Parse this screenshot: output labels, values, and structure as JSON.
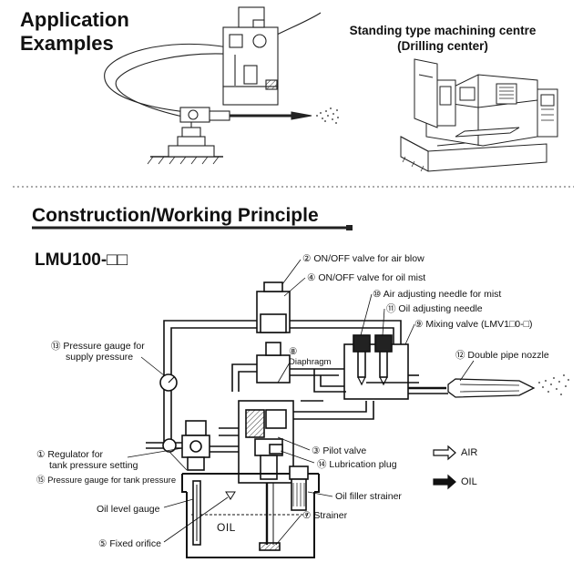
{
  "header": {
    "title_line1": "Application",
    "title_line2": "Examples",
    "subtitle_line1": "Standing type machining centre",
    "subtitle_line2": "(Drilling center)"
  },
  "section": {
    "title": "Construction/Working Principle",
    "model": "LMU100-□□"
  },
  "labels": {
    "on_off_air": "② ON/OFF valve for air blow",
    "on_off_oil": "④ ON/OFF valve for oil mist",
    "air_needle": "⑩ Air adjusting needle for mist",
    "oil_needle": "⑪ Oil adjusting needle",
    "mixing_valve": "⑨ Mixing valve (LMV1□0-□)",
    "double_nozzle": "⑫ Double pipe nozzle",
    "pressure_gauge_supply_1": "⑬ Pressure gauge for",
    "pressure_gauge_supply_2": "supply pressure",
    "diaphragm_num": "⑧",
    "diaphragm": "Diaphragm",
    "pilot_valve": "③ Pilot valve",
    "lubrication_plug": "⑭ Lubrication plug",
    "regulator_1": "① Regulator for",
    "regulator_2": "tank pressure setting",
    "gauge_tank": "⑮ Pressure gauge for tank pressure",
    "oil_level": "Oil level gauge",
    "oil_filler": "Oil filler strainer",
    "strainer": "⑦ Strainer",
    "fixed_orifice": "⑤ Fixed orifice",
    "oil_tank": "OIL"
  },
  "legend": {
    "air": "AIR",
    "oil": "OIL"
  }
}
